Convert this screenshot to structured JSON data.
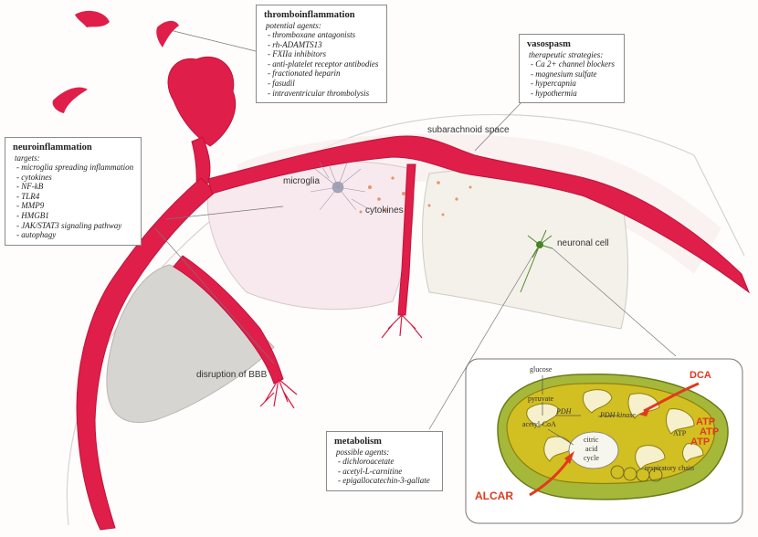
{
  "labels": {
    "subarachnoid_space": "subarachnoid space",
    "microglia": "microglia",
    "cytokines": "cytokines",
    "neuronal_cell": "neuronal cell",
    "disruption_bbb": "disruption of BBB"
  },
  "thromboinflammation": {
    "title": "thromboinflammation",
    "subtitle": "potential agents:",
    "items": [
      "thromboxane antagonists",
      "rh-ADAMTS13",
      "FXIIa inhibitors",
      "anti-platelet receptor antibodies",
      "fractionated heparin",
      "fasudil",
      "intraventricular thrombolysis"
    ]
  },
  "vasospasm": {
    "title": "vasospasm",
    "subtitle": "therapeutic strategies:",
    "items": [
      "Ca 2+ channel blockers",
      "magnesium sulfate",
      "hypercapnia",
      "hypothermia"
    ]
  },
  "neuroinflammation": {
    "title": "neuroinflammation",
    "subtitle": "targets:",
    "items": [
      "microglia spreading inflammation",
      "cytokines",
      "NF-kB",
      "TLR4",
      "MMP9",
      "HMGB1",
      "JAK/STAT3 signaling pathway",
      "autophagy"
    ]
  },
  "metabolism": {
    "title": "metabolism",
    "subtitle": "possible agents:",
    "items": [
      "dichloroacetate",
      "acetyl-L-carnitine",
      "epigallocatechin-3-gallate"
    ]
  },
  "mitochondria": {
    "glucose": "glucose",
    "pyruvate": "pyruvate",
    "pdh": "PDH",
    "pdh_kinase": "PDH kinase",
    "acetyl_coa": "acetyl-CoA",
    "citric": "citric",
    "acid": "acid",
    "cycle": "cycle",
    "atp_small": "ATP",
    "respiratory_chain": "respiratory chain",
    "dca": "DCA",
    "alcar": "ALCAR",
    "atp_labels": [
      "ATP",
      "ATP",
      "ATP"
    ]
  },
  "colors": {
    "blood": "#e01e4a",
    "mito_outer": "#8aa02a",
    "mito_inner": "#c9b21f",
    "arrow_red": "#e03a1e"
  }
}
